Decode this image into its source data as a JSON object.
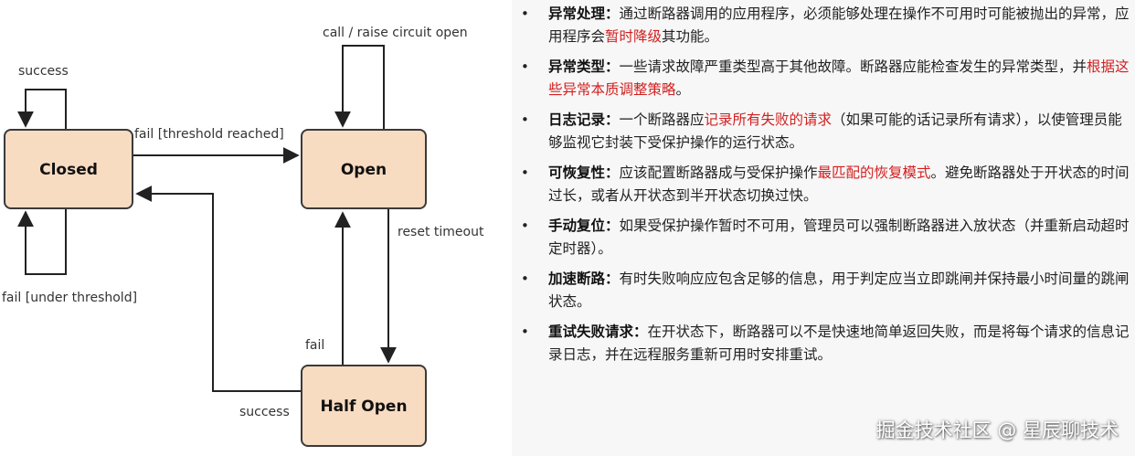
{
  "diagram": {
    "states": {
      "closed": "Closed",
      "open": "Open",
      "half_open": "Half Open"
    },
    "edges": {
      "success_loop": "success",
      "fail_threshold_reached": "fail [threshold reached]",
      "fail_under_threshold": "fail [under threshold]",
      "call_raise_open": "call / raise circuit open",
      "reset_timeout": "reset timeout",
      "fail_half_open": "fail",
      "success_half_open": "success"
    }
  },
  "bullets": [
    {
      "term": "异常处理：",
      "parts": [
        {
          "text": "通过断路器调用的应用程序，必须能够处理在操作不可用时可能被抛出的异常，应用程序会",
          "hl": false
        },
        {
          "text": "暂时降级",
          "hl": true
        },
        {
          "text": "其功能。",
          "hl": false
        }
      ]
    },
    {
      "term": "异常类型：",
      "parts": [
        {
          "text": "一些请求故障严重类型高于其他故障。断路器应能检查发生的异常类型，并",
          "hl": false
        },
        {
          "text": "根据这些异常本质调整策略",
          "hl": true
        },
        {
          "text": "。",
          "hl": false
        }
      ]
    },
    {
      "term": "日志记录：",
      "parts": [
        {
          "text": "一个断路器应",
          "hl": false
        },
        {
          "text": "记录所有失败的请求",
          "hl": true
        },
        {
          "text": "（如果可能的话记录所有请求），以使管理员能够监视它封装下受保护操作的运行状态。",
          "hl": false
        }
      ]
    },
    {
      "term": "可恢复性：",
      "parts": [
        {
          "text": "应该配置断路器成与受保护操作",
          "hl": false
        },
        {
          "text": "最匹配的恢复模式",
          "hl": true
        },
        {
          "text": "。避免断路器处于开状态的时间过长，或者从开状态到半开状态切换过快。",
          "hl": false
        }
      ]
    },
    {
      "term": "手动复位：",
      "parts": [
        {
          "text": "如果受保护操作暂时不可用，管理员可以强制断路器进入放状态（并重新启动超时定时器）。",
          "hl": false
        }
      ]
    },
    {
      "term": "加速断路：",
      "parts": [
        {
          "text": "有时失败响应应包含足够的信息，用于判定应当立即跳闸并保持最小时间量的跳闸状态。",
          "hl": false
        }
      ]
    },
    {
      "term": "重试失败请求：",
      "parts": [
        {
          "text": "在开状态下，断路器可以不是快速地简单返回失败，而是将每个请求的信息记录日志，并在远程服务重新可用时安排重试。",
          "hl": false
        }
      ]
    }
  ],
  "bullet_symbol": "•",
  "watermark": "掘金技术社区 @ 星辰聊技术",
  "colors": {
    "state_fill": "#f8dcc2",
    "state_stroke": "#3a3a3a",
    "highlight": "#d21f1f"
  }
}
